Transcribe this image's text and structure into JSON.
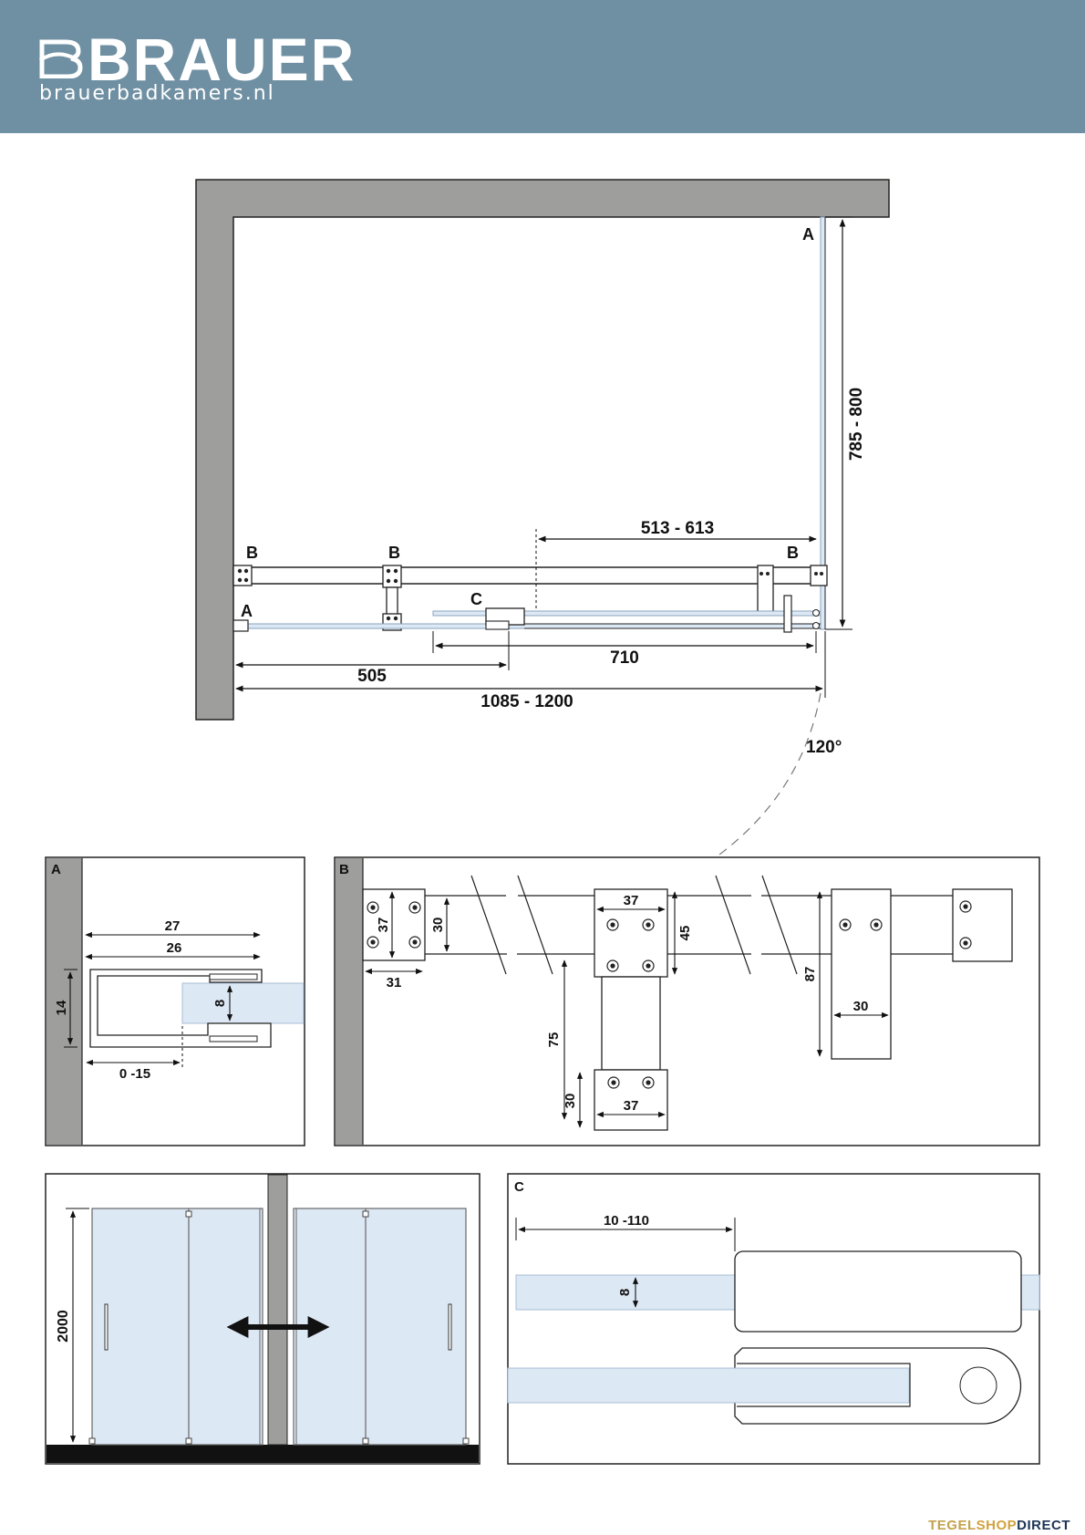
{
  "header": {
    "brand": "BRAUER",
    "url": "brauerbadkamers.nl"
  },
  "plan": {
    "labels": {
      "A_top": "A",
      "A_left": "A",
      "B1": "B",
      "B2": "B",
      "B3": "B",
      "C": "C"
    },
    "dims": {
      "depth": "785 - 800",
      "overlap": "513 - 613",
      "door": "710",
      "fixed": "505",
      "width": "1085 - 1200",
      "angle": "120°"
    }
  },
  "detail_a": {
    "letter": "A",
    "dims": {
      "d27": "27",
      "d26": "26",
      "d14": "14",
      "d8": "8",
      "d0_15": "0 -15"
    }
  },
  "detail_b": {
    "letter": "B",
    "dims": {
      "d37a": "37",
      "d30a": "30",
      "d31": "31",
      "d37b": "37",
      "d45": "45",
      "d75": "75",
      "d30b": "30",
      "d37c": "37",
      "d87": "87",
      "d30c": "30"
    }
  },
  "detail_front": {
    "dims": {
      "height": "2000"
    }
  },
  "detail_c": {
    "letter": "C",
    "dims": {
      "d10_110": "10 -110",
      "d8": "8"
    }
  },
  "footer": {
    "part1": "TEGEL",
    "part2": "SHOP",
    "part3": "DIRECT"
  },
  "colors": {
    "header_bg": "#6f8fa2",
    "wall_gray": "#9e9e9c",
    "glass_blue": "#dde8f5"
  }
}
